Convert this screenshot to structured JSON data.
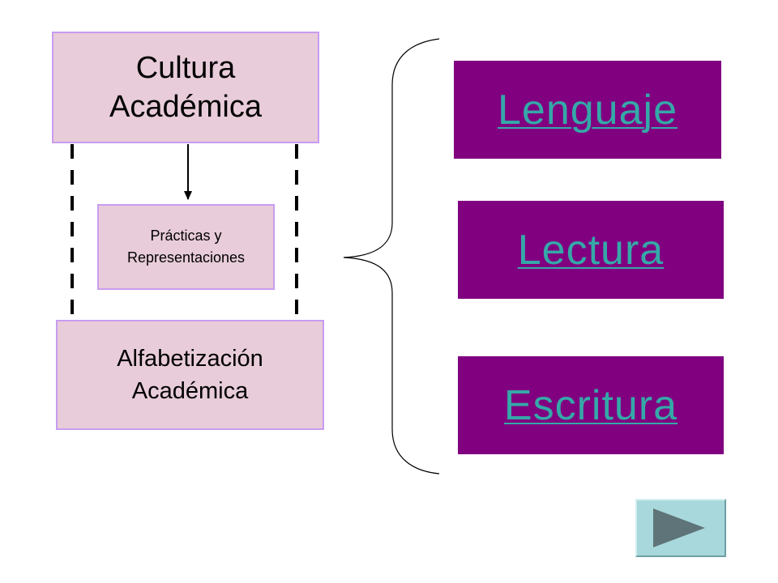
{
  "diagram": {
    "cultura": {
      "line1": "Cultura",
      "line2": "Académica"
    },
    "practicas": {
      "line1": "Prácticas y",
      "line2": "Representaciones"
    },
    "alfabetizacion": {
      "line1": "Alfabetización",
      "line2": "Académica"
    },
    "links": {
      "lenguaje": "Lenguaje",
      "lectura": "Lectura",
      "escritura": "Escritura"
    }
  },
  "colors": {
    "pink_fill": "#e8ccd9",
    "pink_border": "#c89cf0",
    "purple_fill": "#800080",
    "link_text": "#35a8a8",
    "nav_button": "#a8d8dc",
    "nav_arrow": "#5e7478"
  },
  "navigation": {
    "next_icon": "play-triangle-icon"
  }
}
